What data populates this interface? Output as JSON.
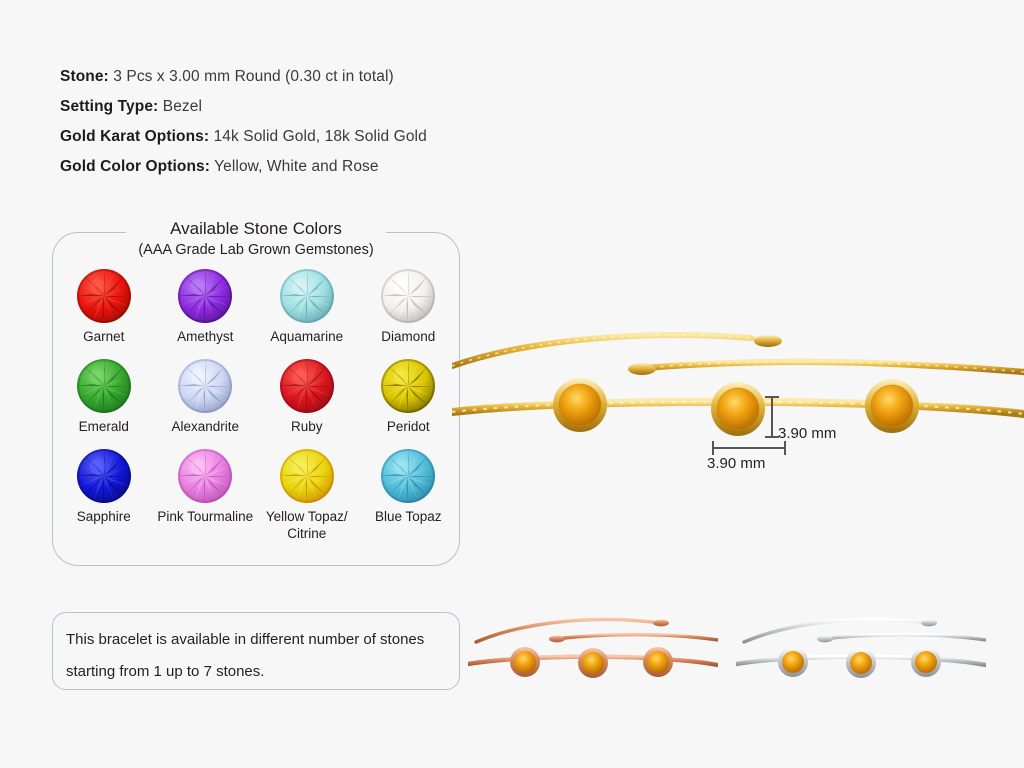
{
  "background_color": "#f7f7f7",
  "specs": [
    {
      "label": "Stone:",
      "value": "3 Pcs x 3.00 mm Round (0.30 ct in total)"
    },
    {
      "label": "Setting Type:",
      "value": "Bezel"
    },
    {
      "label": "Gold Karat Options:",
      "value": "14k Solid Gold, 18k Solid Gold"
    },
    {
      "label": "Gold Color Options:",
      "value": "Yellow, White and Rose"
    }
  ],
  "stone_panel": {
    "title": "Available Stone Colors",
    "subtitle": "(AAA Grade Lab Grown Gemstones)",
    "border_color": "#b9bfd4",
    "rows": [
      [
        {
          "name": "Garnet",
          "color": "#e8140c",
          "dark": "#7a0500",
          "light": "#ff5a48"
        },
        {
          "name": "Amethyst",
          "color": "#8d2be2",
          "dark": "#3d0a70",
          "light": "#bd7cf5"
        },
        {
          "name": "Aquamarine",
          "color": "#9ddfe2",
          "dark": "#4d8c98",
          "light": "#d8f4f5"
        },
        {
          "name": "Diamond",
          "color": "#f2f0ee",
          "dark": "#9a9a99",
          "light": "#ffffff"
        }
      ],
      [
        {
          "name": "Emerald",
          "color": "#36a62e",
          "dark": "#125c12",
          "light": "#7bd86a"
        },
        {
          "name": "Alexandrite",
          "color": "#cdd6f2",
          "dark": "#6f7fae",
          "light": "#f0f4ff"
        },
        {
          "name": "Ruby",
          "color": "#d9161e",
          "dark": "#7d0410",
          "light": "#ff5e56"
        },
        {
          "name": "Peridot",
          "color": "#d9c400",
          "dark": "#4a4200",
          "light": "#f4e93f"
        }
      ],
      [
        {
          "name": "Sapphire",
          "color": "#1116d6",
          "dark": "#05065e",
          "light": "#5b63ff"
        },
        {
          "name": "Pink Tourmaline",
          "color": "#e77fe0",
          "dark": "#a53aa0",
          "light": "#ffc2f6"
        },
        {
          "name": "Yellow Topaz/\nCitrine",
          "color": "#e8d50c",
          "dark": "#c06a00",
          "light": "#f7f05a"
        },
        {
          "name": "Blue Topaz",
          "color": "#4fbcd9",
          "dark": "#1d6f8c",
          "light": "#9ee4f2"
        }
      ]
    ]
  },
  "note_box": {
    "border_color": "#b9bfd4",
    "lines": [
      "This bracelet is available in different number of stones",
      "starting from 1 up to 7 stones."
    ]
  },
  "dimensions": {
    "height_label": "3.90 mm",
    "width_label": "3.90 mm"
  },
  "products": {
    "main": {
      "metal": "yellow-gold",
      "metal_color": "#e9b83c",
      "metal_highlight": "#fbe9a8",
      "metal_shadow": "#a97a13",
      "stone_color": "#f0a310",
      "stone_count": 3
    },
    "rose": {
      "metal": "rose-gold",
      "metal_color": "#d98a5f",
      "metal_highlight": "#f6c7ab",
      "metal_shadow": "#a85d35",
      "stone_color": "#f0a310",
      "stone_count": 3
    },
    "white": {
      "metal": "white-gold",
      "metal_color": "#c9ccd1",
      "metal_highlight": "#ffffff",
      "metal_shadow": "#8e9298",
      "stone_color": "#f0a310",
      "stone_count": 3
    }
  }
}
